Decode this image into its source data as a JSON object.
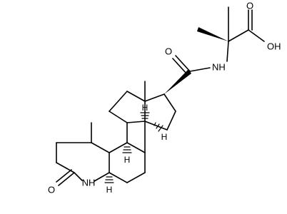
{
  "molecule": {
    "atom_labels": {
      "carbonyl_o_amide": "O",
      "acid_carbonyl_o": "O",
      "acid_oh": "OH",
      "amide_nh": "NH",
      "lactam_o": "O",
      "lactam_nh": "NH",
      "h_c8": "H",
      "h_c9": "H",
      "h_c14": "H",
      "h_c5": "H"
    }
  }
}
